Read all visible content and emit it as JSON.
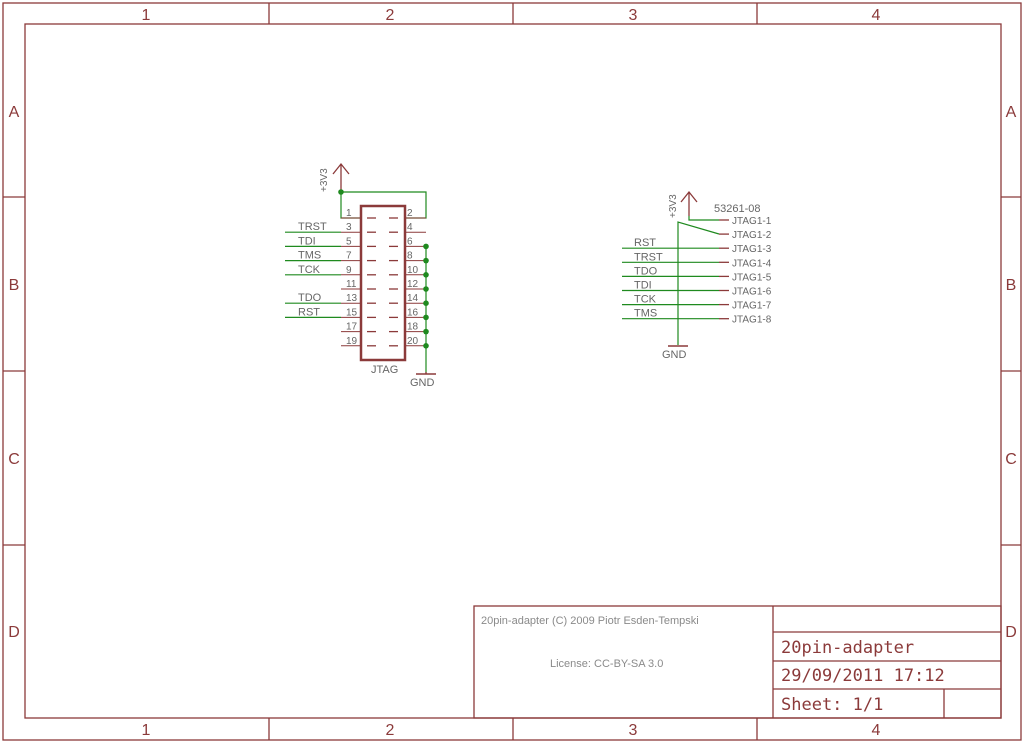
{
  "frame": {
    "columns": [
      "1",
      "2",
      "3",
      "4"
    ],
    "rows": [
      "A",
      "B",
      "C",
      "D"
    ]
  },
  "jtag20": {
    "name": "JTAG",
    "left_pins": [
      "1",
      "3",
      "5",
      "7",
      "9",
      "11",
      "13",
      "15",
      "17",
      "19"
    ],
    "right_pins": [
      "2",
      "4",
      "6",
      "8",
      "10",
      "12",
      "14",
      "16",
      "18",
      "20"
    ],
    "left_nets": [
      "",
      "TRST",
      "TDI",
      "TMS",
      "TCK",
      "",
      "TDO",
      "RST",
      "",
      ""
    ],
    "supply": "+3V3",
    "ground": "GND"
  },
  "connector8": {
    "part_number": "53261-08",
    "pins": [
      "JTAG1-1",
      "JTAG1-2",
      "JTAG1-3",
      "JTAG1-4",
      "JTAG1-5",
      "JTAG1-6",
      "JTAG1-7",
      "JTAG1-8"
    ],
    "nets": [
      "",
      "",
      "RST",
      "TRST",
      "TDO",
      "TDI",
      "TCK",
      "TMS"
    ],
    "supply": "+3V3",
    "ground": "GND"
  },
  "title_block": {
    "copyright": "20pin-adapter (C) 2009 Piotr Esden-Tempski",
    "license": "License: CC-BY-SA 3.0",
    "title": "20pin-adapter",
    "date": "29/09/2011 17:12",
    "sheet": "Sheet: 1/1"
  }
}
